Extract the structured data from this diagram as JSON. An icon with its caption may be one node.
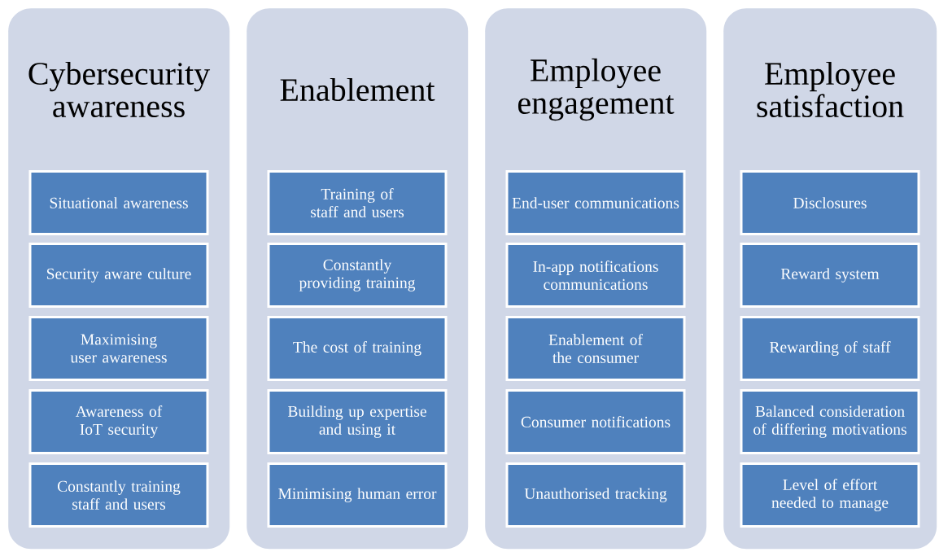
{
  "diagram": {
    "nodes": [
      {
        "text": [
          "Cybersecurity awareness"
        ]
      },
      {
        "text": [
          "Situational awareness"
        ],
        "in": 0
      },
      {
        "text": [
          "Security aware culture"
        ],
        "in": 0
      },
      {
        "text": [
          "Maximising user awareness"
        ],
        "in": 0
      },
      {
        "text": [
          "Awareness of IoT security"
        ],
        "in": 0
      },
      {
        "text": [
          "Constantly training staff and users"
        ],
        "in": 0
      },
      {
        "text": [
          "Enablement"
        ]
      },
      {
        "text": [
          "Training of staff and users"
        ],
        "in": 6
      },
      {
        "text": [
          "Constantly providing training"
        ],
        "in": 6
      },
      {
        "text": [
          "The cost of training"
        ],
        "in": 6
      },
      {
        "text": [
          "Building up expertise and using it"
        ],
        "in": 6
      },
      {
        "text": [
          "Minimising human error"
        ],
        "in": 6
      },
      {
        "text": [
          "Employee engagement"
        ]
      },
      {
        "text": [
          "End-user communications"
        ],
        "in": 12
      },
      {
        "text": [
          "In-app notifications communications"
        ],
        "in": 12
      },
      {
        "text": [
          "Enablement of the consumer"
        ],
        "in": 12
      },
      {
        "text": [
          "Consumer notifications"
        ],
        "in": 12
      },
      {
        "text": [
          "Unauthorised tracking"
        ],
        "in": 12
      },
      {
        "text": [
          "Employee satisfaction"
        ]
      },
      {
        "text": [
          "Disclosures"
        ],
        "in": 18
      },
      {
        "text": [
          "Reward system"
        ],
        "in": 18
      },
      {
        "text": [
          "Rewarding of staff"
        ],
        "in": 18
      },
      {
        "text": [
          "Balanced consideration of differing motivations"
        ],
        "in": 18
      },
      {
        "text": [
          "Level of effort needed to manage"
        ],
        "in": 18
      }
    ]
  }
}
